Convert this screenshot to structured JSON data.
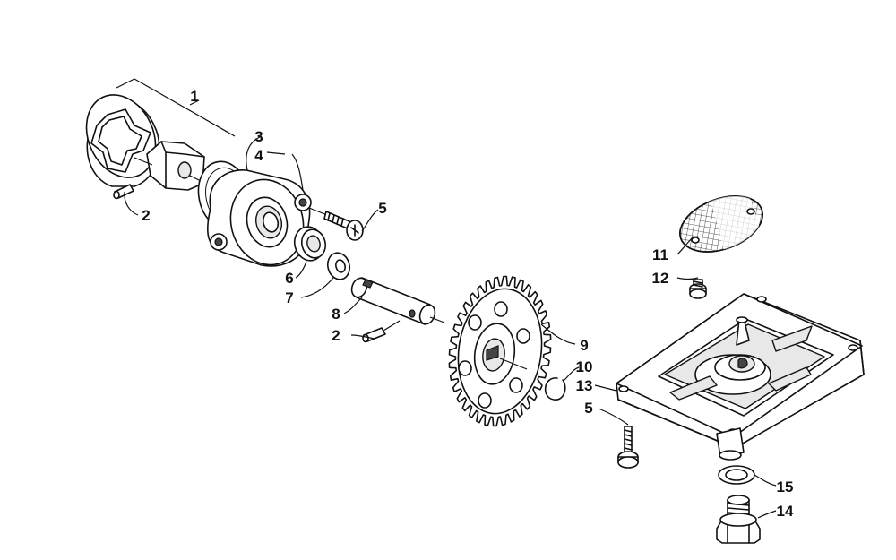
{
  "callouts": [
    {
      "id": "c1",
      "label": "1"
    },
    {
      "id": "c2a",
      "label": "2"
    },
    {
      "id": "c3",
      "label": "3"
    },
    {
      "id": "c4",
      "label": "4"
    },
    {
      "id": "c5a",
      "label": "5"
    },
    {
      "id": "c6",
      "label": "6"
    },
    {
      "id": "c7",
      "label": "7"
    },
    {
      "id": "c8",
      "label": "8"
    },
    {
      "id": "c2b",
      "label": "2"
    },
    {
      "id": "c9",
      "label": "9"
    },
    {
      "id": "c10",
      "label": "10"
    },
    {
      "id": "c11",
      "label": "11"
    },
    {
      "id": "c12",
      "label": "12"
    },
    {
      "id": "c13",
      "label": "13"
    },
    {
      "id": "c5b",
      "label": "5"
    },
    {
      "id": "c15",
      "label": "15"
    },
    {
      "id": "c14",
      "label": "14"
    }
  ]
}
